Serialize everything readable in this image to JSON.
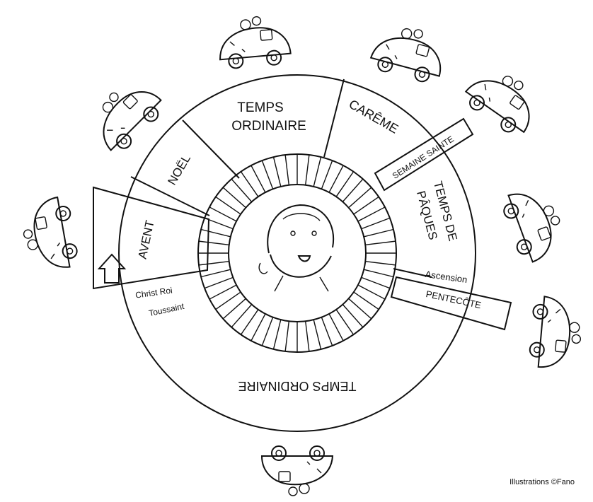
{
  "wheel": {
    "center_text": "",
    "segments": {
      "temps_ordinaire_top_line1": "TEMPS",
      "temps_ordinaire_top_line2": "ORDINAIRE",
      "careme": "CARÊME",
      "semaine_sainte": "SEMAINE SAINTE",
      "temps_de_paques_line1": "TEMPS DE",
      "temps_de_paques_line2": "PÂQUES",
      "noel": "NOËL",
      "avent": "AVENT",
      "ascension": "Ascension",
      "pentecote": "PENTECÔTE",
      "christ_roi": "Christ Roi",
      "toussaint": "Toussaint",
      "temps_ordinaire_bottom": "TEMPS ORDINAIRE"
    }
  },
  "credit": "Illustrations ©Fano",
  "icons": [
    "jesus-face-icon",
    "car-illustration-icon",
    "arrow-up-icon"
  ]
}
